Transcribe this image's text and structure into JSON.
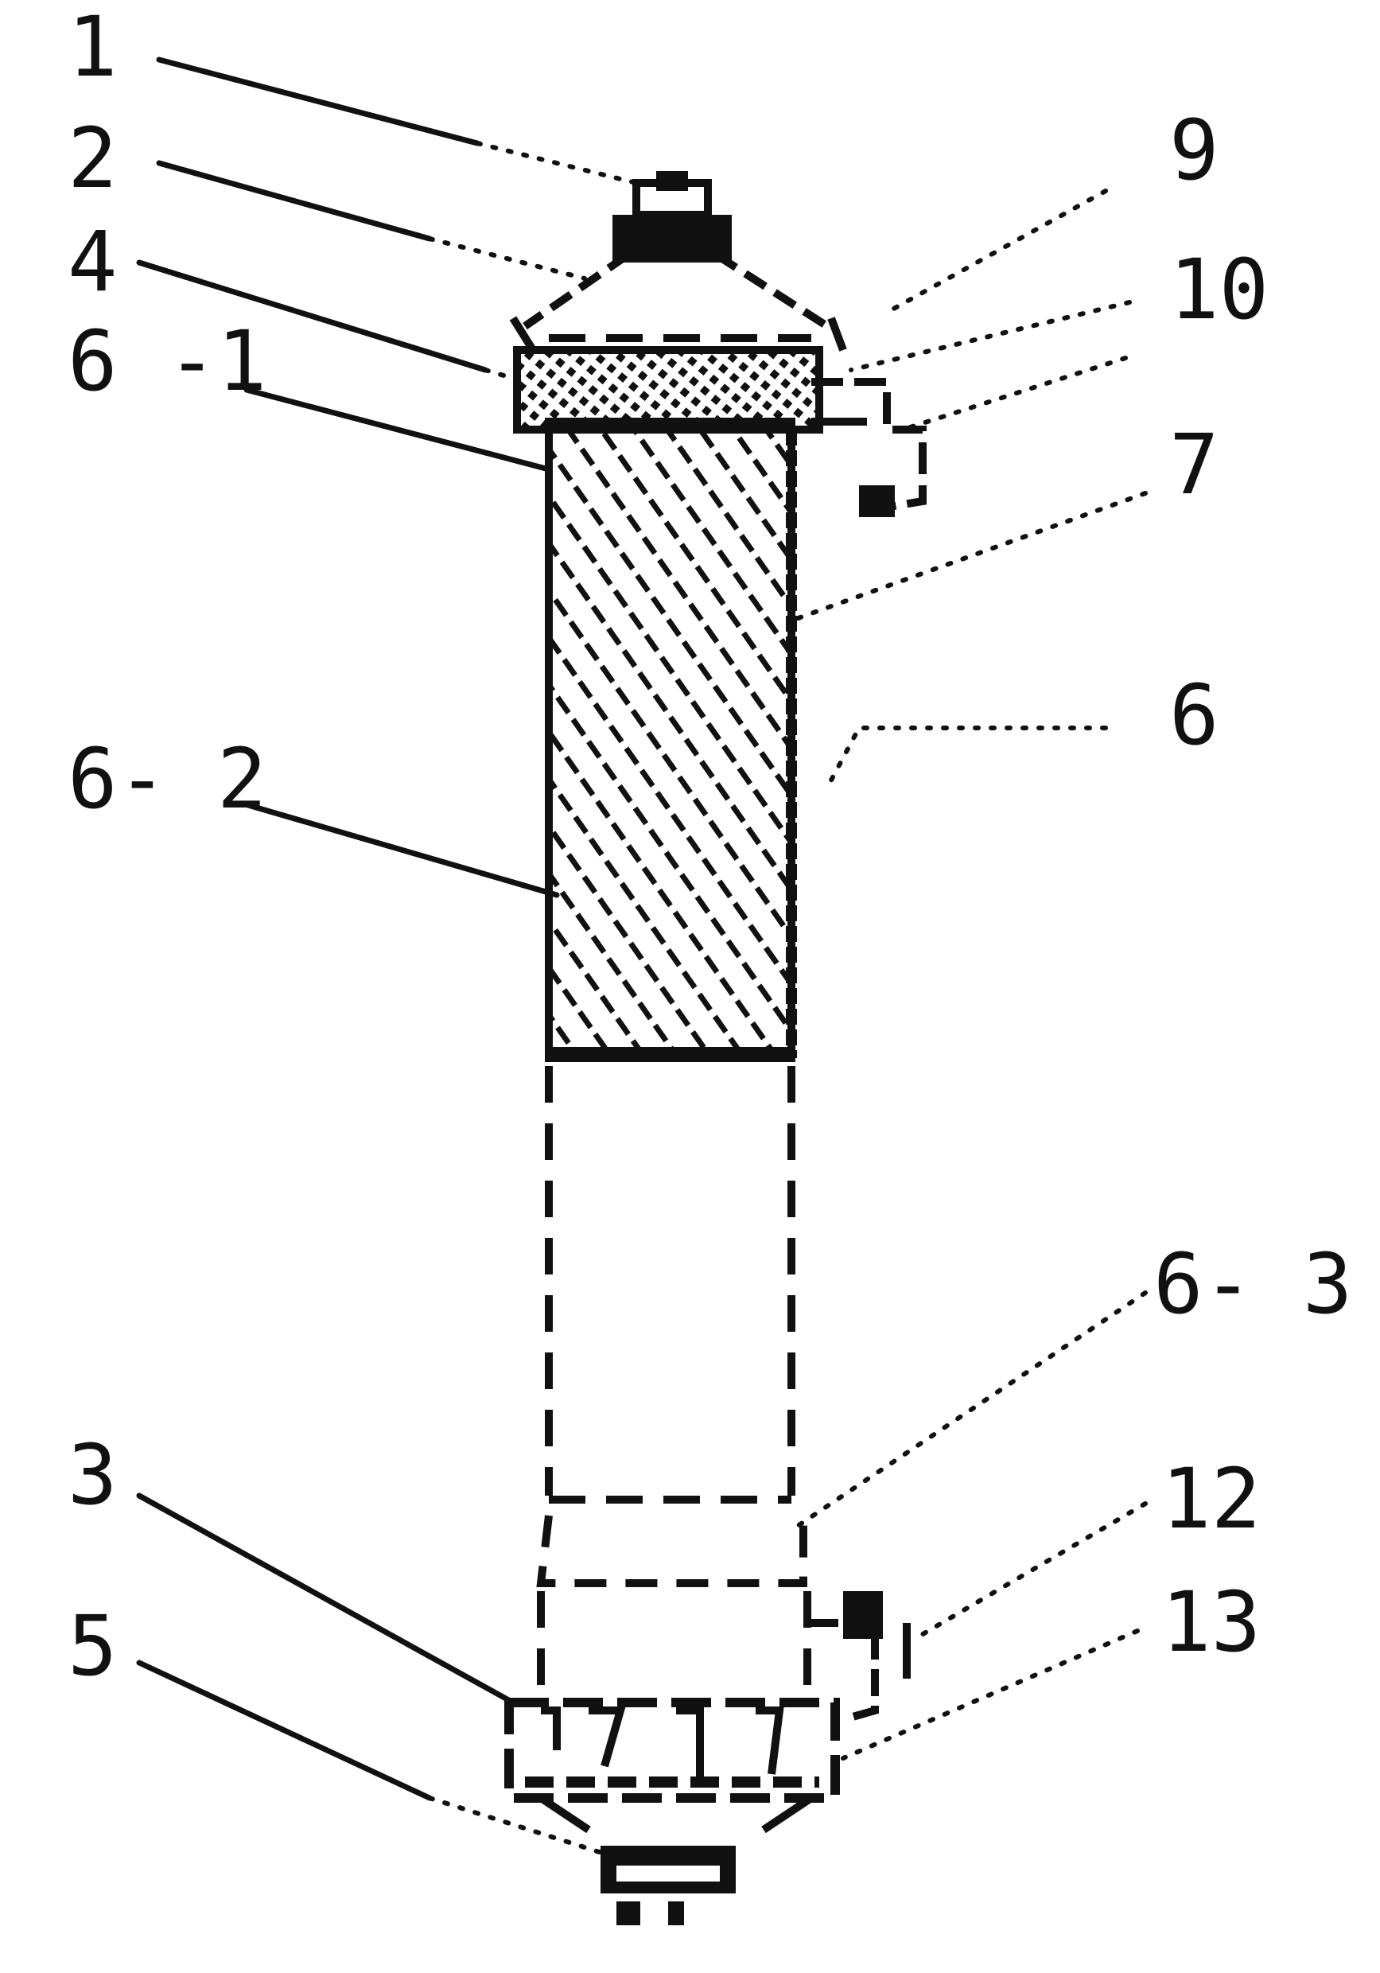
{
  "labels": {
    "n1": "1",
    "n2": "2",
    "n4": "4",
    "n6_1": "6 -1",
    "n6_2": "6- 2",
    "n3": "3",
    "n5": "5",
    "r9": "9",
    "r10": "10",
    "r7": "7",
    "r6": "6",
    "r6_3": "6- 3",
    "r12": "12",
    "r13": "13"
  },
  "colors": {
    "ink": "#111111",
    "paper": "#ffffff"
  }
}
